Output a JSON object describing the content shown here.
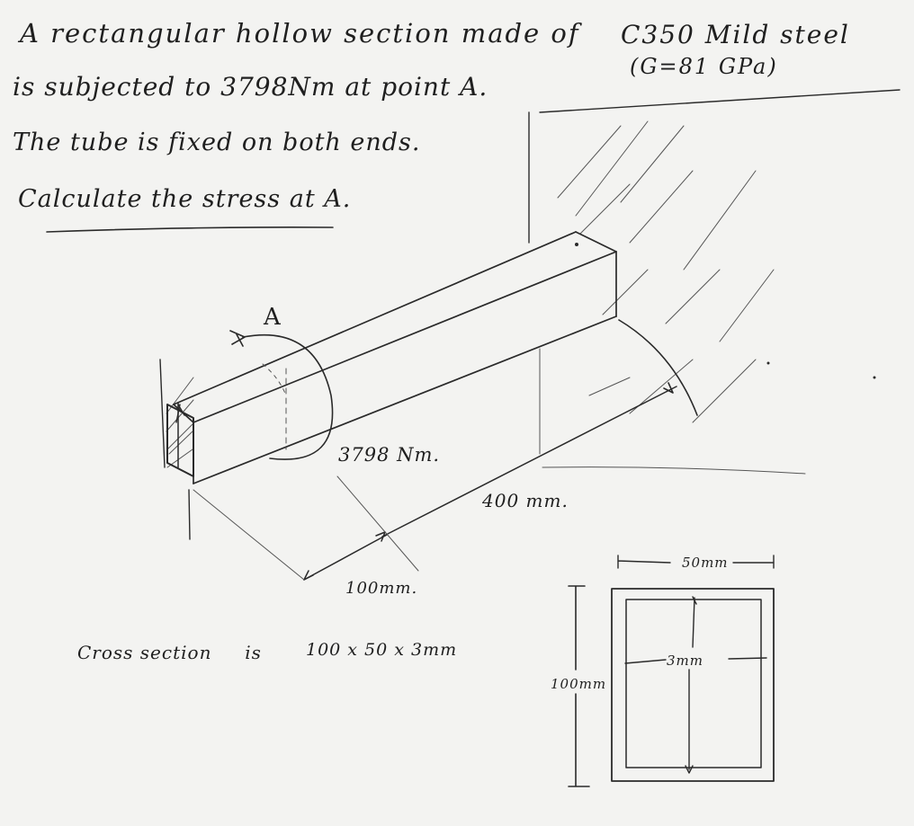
{
  "problem": {
    "line1": "A rectangular hollow section made of",
    "line2": "is subjected to 3798Nm at point A.",
    "line3": "The tube is fixed on both ends.",
    "line4": "Calculate the stress at A."
  },
  "material": {
    "grade": "C350 Mild steel",
    "modulus": "(G=81 GPa)"
  },
  "sketch": {
    "point_label": "A",
    "torque_label": "3798 Nm.",
    "length_label": "400 mm.",
    "end_offset_label": "100mm."
  },
  "cross_section": {
    "note_label": "Cross section",
    "note_is": "is",
    "note_dims": "100 x 50 x 3mm",
    "width_label": "50mm",
    "thickness_label": "3mm",
    "height_label": "100mm"
  }
}
